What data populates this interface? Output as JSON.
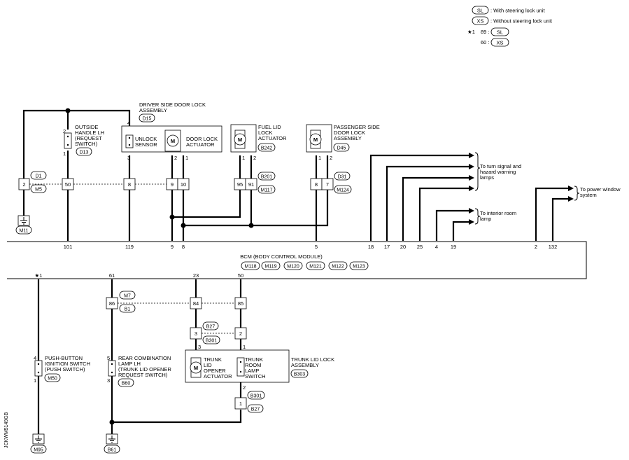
{
  "legend": {
    "sl_code": "SL",
    "sl_text": ": With steering lock unit",
    "xs_code": "XS",
    "xs_text": ": Without steering lock unit",
    "star_mark": "★1",
    "pin_89": "89 :",
    "pin_60": "60 :"
  },
  "bcm": {
    "title": "BCM (BODY CONTROL MODULE)",
    "connectors": [
      "M118",
      "M119",
      "M120",
      "M121",
      "M122",
      "M123"
    ],
    "pins_top": [
      "101",
      "119",
      "9",
      "8",
      "5",
      "18",
      "17",
      "20",
      "25",
      "4",
      "19",
      "2",
      "132"
    ],
    "pins_bottom": [
      "★1",
      "61",
      "23",
      "50"
    ]
  },
  "components": {
    "driver_door_lock": {
      "name_line1": "DRIVER SIDE DOOR LOCK",
      "name_line2": "ASSEMBLY",
      "connector": "D15",
      "unlock_sensor_1": "UNLOCK",
      "unlock_sensor_2": "SENSOR",
      "actuator_1": "DOOR LOCK",
      "actuator_2": "ACTUATOR"
    },
    "outside_handle": {
      "line1": "OUTSIDE",
      "line2": "HANDLE LH",
      "line3": "(REQUEST",
      "line4": "SWITCH)",
      "connector": "D13"
    },
    "fuel_lid": {
      "line1": "FUEL LID",
      "line2": "LOCK",
      "line3": "ACTUATOR",
      "connector": "B242"
    },
    "passenger_door_lock": {
      "line1": "PASSENGER SIDE",
      "line2": "DOOR LOCK",
      "line3": "ASSEMBLY",
      "connector": "D45"
    },
    "push_button": {
      "line1": "PUSH-BUTTON",
      "line2": "IGNITION SWITCH",
      "line3": "(PUSH SWITCH)",
      "connector": "M50"
    },
    "rear_combo": {
      "line1": "REAR COMBINATION",
      "line2": "LAMP LH",
      "line3": "(TRUNK LID OPENER",
      "line4": "REQUEST SWITCH)",
      "connector": "B60"
    },
    "trunk_lid_lock": {
      "line1": "TRUNK LID LOCK",
      "line2": "ASSEMBLY",
      "connector": "B303",
      "opener_1": "TRUNK",
      "opener_2": "LID",
      "opener_3": "OPENER",
      "opener_4": "ACTUATOR",
      "lamp_1": "TRUNK",
      "lamp_2": "ROOM",
      "lamp_3": "LAMP",
      "lamp_4": "SWITCH"
    }
  },
  "destinations": {
    "turn_signal_1": "To turn signal and",
    "turn_signal_2": "hazard warning",
    "turn_signal_3": "lamps",
    "power_window_1": "To power window",
    "power_window_2": "system",
    "interior_1": "To interior room",
    "interior_2": "lamp"
  },
  "connectors": {
    "d1": "D1",
    "m5": "M5",
    "m11": "M11",
    "b201": "B201",
    "m117": "M117",
    "d31": "D31",
    "m124": "M124",
    "m7": "M7",
    "b1": "B1",
    "b27": "B27",
    "b301": "B301",
    "m95": "M95",
    "b61": "B61"
  },
  "pins": {
    "p2": "2",
    "p50": "50",
    "p8": "8",
    "p9": "9",
    "p10": "10",
    "p95": "95",
    "p91": "91",
    "p7": "7",
    "p86": "86",
    "p84": "84",
    "p85": "85",
    "p3": "3",
    "p1": "1",
    "p4": "4",
    "p5": "5"
  },
  "side_code": "JCKWM5149GB"
}
